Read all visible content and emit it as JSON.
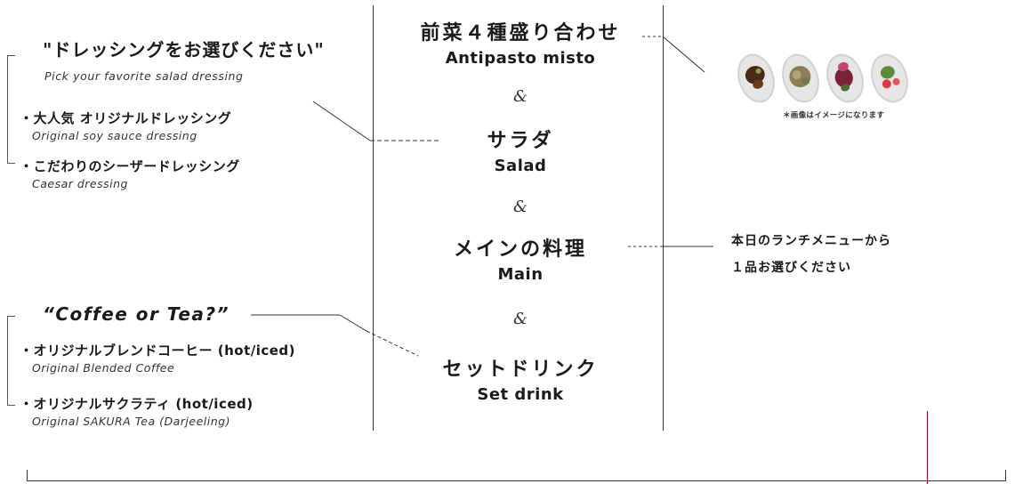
{
  "dressing": {
    "heading": "\"ドレッシングをお選びください\"",
    "sub": "Pick your favorite salad dressing",
    "items": [
      {
        "ja": "・大人気 オリジナルドレッシング",
        "en": "Original soy sauce dressing"
      },
      {
        "ja": "・こだわりのシーザードレッシング",
        "en": "Caesar dressing"
      }
    ]
  },
  "drink": {
    "heading": "“Coffee or Tea?”",
    "items": [
      {
        "ja": "・オリジナルブレンドコーヒー (hot/iced)",
        "en": "Original Blended Coffee"
      },
      {
        "ja": "・オリジナルサクラティ (hot/iced)",
        "en": "Original SAKURA Tea  (Darjeeling)"
      }
    ]
  },
  "courses": [
    {
      "ja": "前菜４種盛り合わせ",
      "en": "Antipasto misto"
    },
    {
      "ja": "サラダ",
      "en": "Salad"
    },
    {
      "ja": "メインの料理",
      "en": "Main"
    },
    {
      "ja": "セットドリンク",
      "en": "Set drink"
    }
  ],
  "amp": "&",
  "photo_caption": "＊画像はイメージになります",
  "main_note": {
    "line1": "本日のランチメニューから",
    "line2": "１品お選びください"
  }
}
